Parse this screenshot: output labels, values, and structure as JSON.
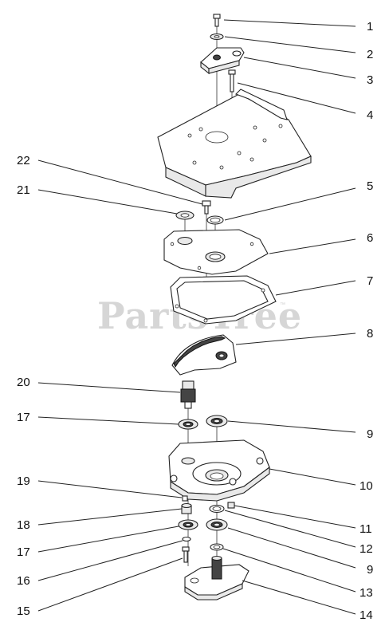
{
  "watermark": {
    "text": "PartsTree",
    "trademark": "™"
  },
  "callouts": [
    {
      "num": "1"
    },
    {
      "num": "2"
    },
    {
      "num": "3"
    },
    {
      "num": "4"
    },
    {
      "num": "22"
    },
    {
      "num": "21"
    },
    {
      "num": "5"
    },
    {
      "num": "6"
    },
    {
      "num": "7"
    },
    {
      "num": "8"
    },
    {
      "num": "20"
    },
    {
      "num": "17"
    },
    {
      "num": "9"
    },
    {
      "num": "10"
    },
    {
      "num": "19"
    },
    {
      "num": "18"
    },
    {
      "num": "11"
    },
    {
      "num": "12"
    },
    {
      "num": "17"
    },
    {
      "num": "9"
    },
    {
      "num": "16"
    },
    {
      "num": "13"
    },
    {
      "num": "15"
    },
    {
      "num": "14"
    }
  ]
}
